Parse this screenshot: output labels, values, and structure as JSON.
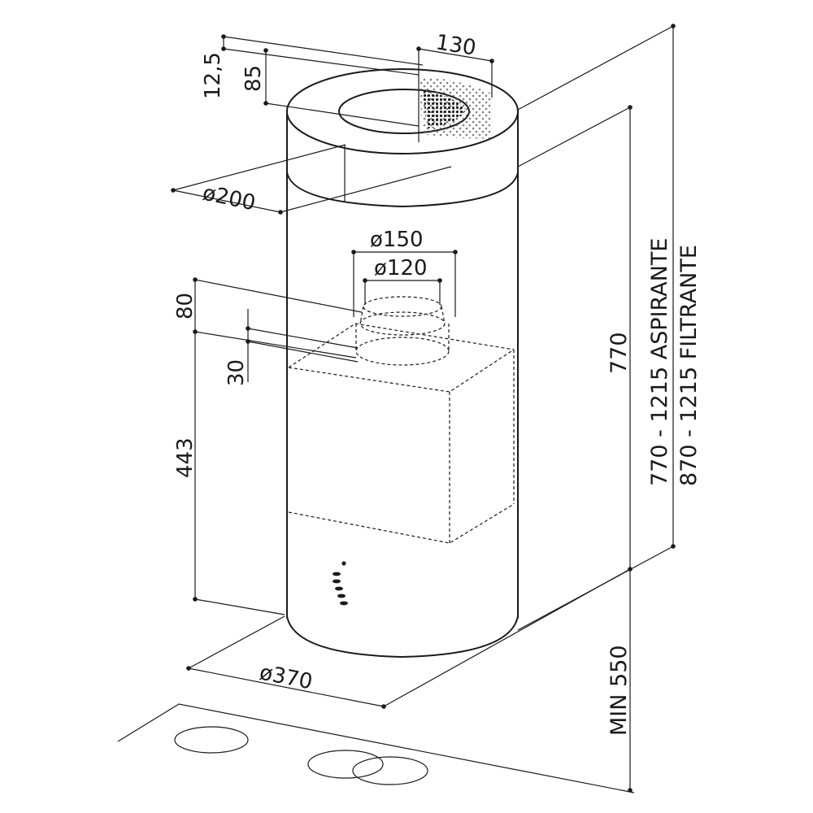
{
  "dimensions": {
    "d12_5": "12,5",
    "d85": "85",
    "d130": "130",
    "d200": "ø200",
    "d150": "ø150",
    "d120": "ø120",
    "d80": "80",
    "d30": "30",
    "d443": "443",
    "d370": "ø370",
    "d770": "770",
    "aspirante": "770 - 1215 ASPIRANTE",
    "filtrante": "870 - 1215 FILTRANTE",
    "min550": "MIN 550"
  }
}
